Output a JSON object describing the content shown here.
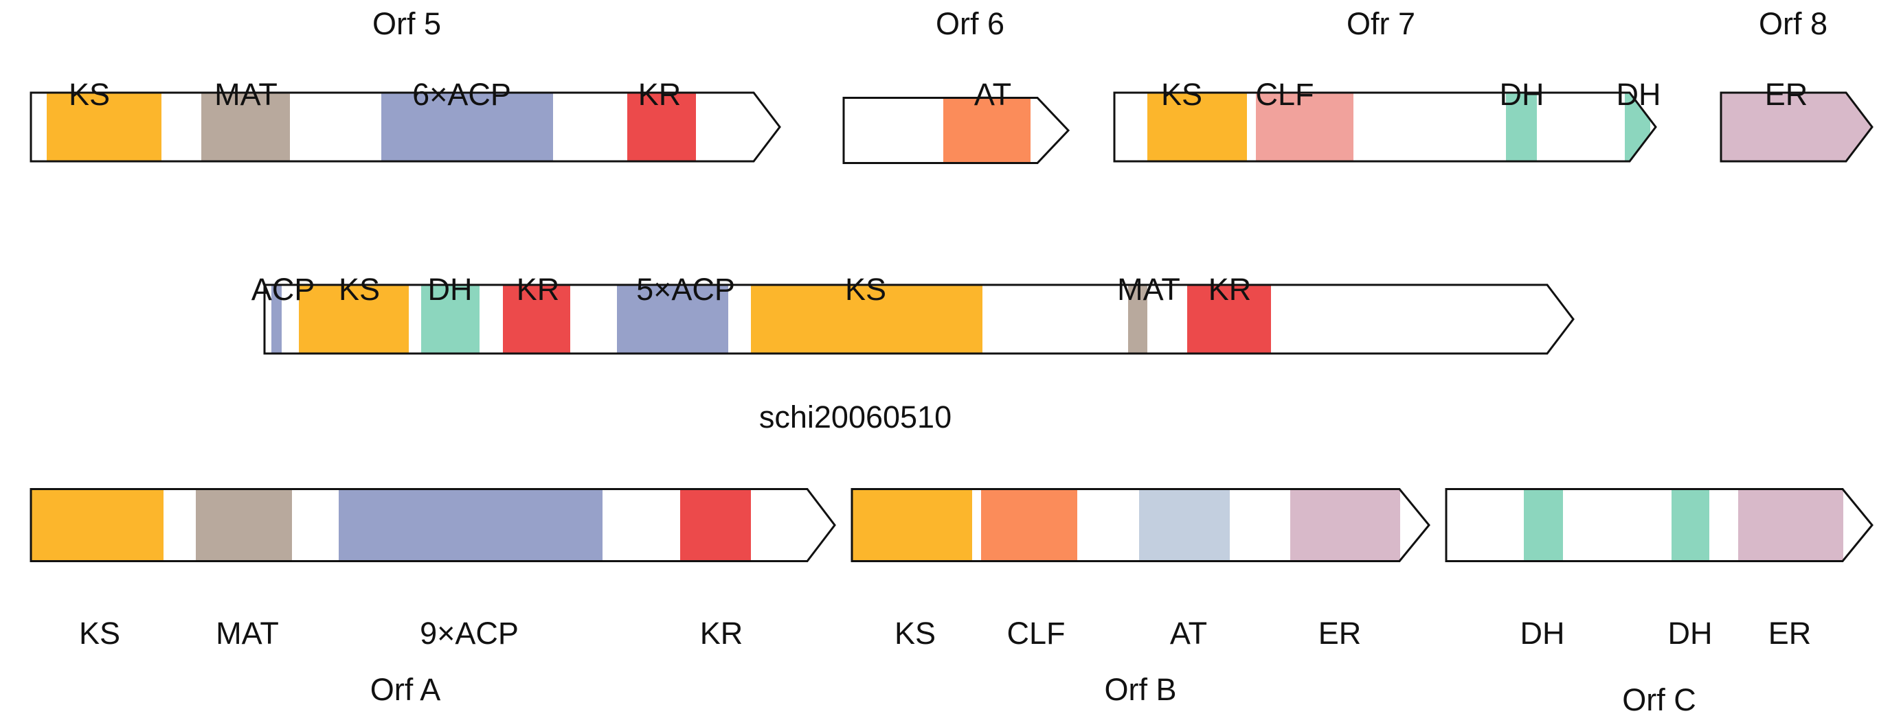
{
  "colors": {
    "KS": "#FCB62C",
    "MAT": "#B8A99D",
    "ACP": "#97A1C9",
    "KR": "#EC4A4B",
    "AT": "#FB8C5A",
    "CLF": "#F1A29C",
    "DH": "#8CD6BE",
    "ER": "#D8B9C9",
    "AT_light": "#C3CFDF",
    "outline": "#111111",
    "text": "#111111"
  },
  "genes": [
    {
      "id": "orf5",
      "title": "Orf 5",
      "domains": [
        {
          "color": "KS",
          "label": "KS"
        },
        {
          "color": "MAT",
          "label": "MAT"
        },
        {
          "color": "ACP",
          "label": "6×ACP"
        },
        {
          "color": "KR",
          "label": "KR"
        }
      ]
    },
    {
      "id": "orf6",
      "title": "Orf 6",
      "domains": [
        {
          "color": "AT",
          "label": "AT"
        }
      ]
    },
    {
      "id": "orf7",
      "title": "Ofr 7",
      "domains": [
        {
          "color": "KS",
          "label": "KS"
        },
        {
          "color": "CLF",
          "label": "CLF"
        },
        {
          "color": "DH",
          "label": "DH"
        },
        {
          "color": "DH",
          "label": "DH"
        }
      ]
    },
    {
      "id": "orf8",
      "title": "Orf 8",
      "domains": [
        {
          "color": "ER",
          "label": "ER"
        }
      ]
    },
    {
      "id": "schi",
      "title": "schi20060510",
      "domains": [
        {
          "color": "ACP",
          "label": "ACP"
        },
        {
          "color": "KS",
          "label": "KS"
        },
        {
          "color": "DH",
          "label": "DH"
        },
        {
          "color": "KR",
          "label": "KR"
        },
        {
          "color": "ACP",
          "label": "5×ACP"
        },
        {
          "color": "KS",
          "label": "KS"
        },
        {
          "color": "MAT",
          "label": "MAT"
        },
        {
          "color": "KR",
          "label": "KR"
        }
      ]
    },
    {
      "id": "orfA",
      "title": "Orf A",
      "domains": [
        {
          "color": "KS",
          "label": "KS"
        },
        {
          "color": "MAT",
          "label": "MAT"
        },
        {
          "color": "ACP",
          "label": "9×ACP"
        },
        {
          "color": "KR",
          "label": "KR"
        }
      ]
    },
    {
      "id": "orfB",
      "title": "Orf B",
      "domains": [
        {
          "color": "KS",
          "label": "KS"
        },
        {
          "color": "AT",
          "label": "CLF"
        },
        {
          "color": "AT_light",
          "label": "AT"
        },
        {
          "color": "ER",
          "label": "ER"
        }
      ]
    },
    {
      "id": "orfC",
      "title": "Orf C",
      "domains": [
        {
          "color": "DH",
          "label": "DH"
        },
        {
          "color": "DH",
          "label": "DH"
        },
        {
          "color": "ER",
          "label": "ER"
        }
      ]
    }
  ]
}
